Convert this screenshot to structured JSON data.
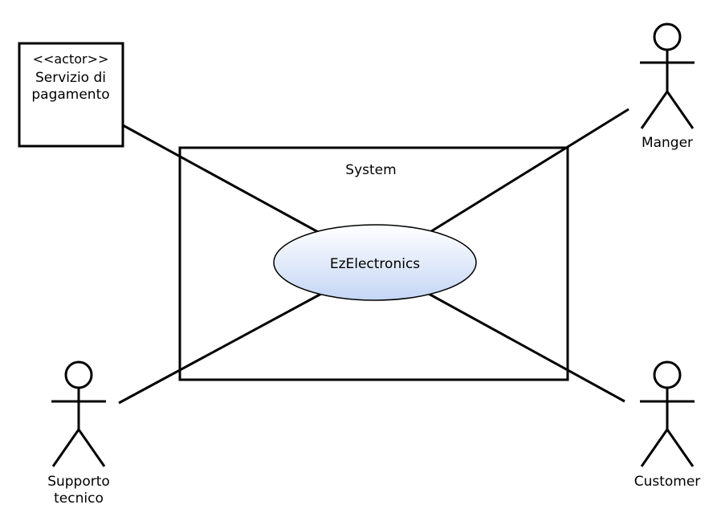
{
  "actors": {
    "payment_service": {
      "stereotype": "<<actor>>",
      "name_line1": "Servizio di",
      "name_line2": "pagamento"
    },
    "manager": {
      "name": "Manger"
    },
    "support": {
      "name_line1": "Supporto",
      "name_line2": "tecnico"
    },
    "customer": {
      "name": "Customer"
    }
  },
  "system": {
    "label": "System",
    "use_case": "EzElectronics"
  },
  "colors": {
    "stroke": "#000000",
    "ellipse_top": "#ffffff",
    "ellipse_bottom": "#c4d6f5"
  }
}
